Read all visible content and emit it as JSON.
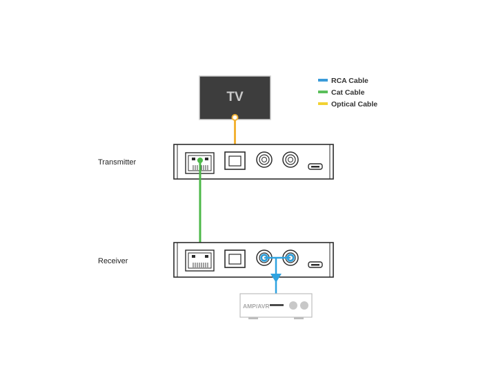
{
  "tv": {
    "label": "TV"
  },
  "devices": {
    "transmitter": {
      "label": "Transmitter"
    },
    "receiver": {
      "label": "Receiver"
    },
    "amp": {
      "label": "AMP/AVR"
    }
  },
  "legend": [
    {
      "name": "RCA Cable",
      "color": "#3a9bd9"
    },
    {
      "name": "Cat Cable",
      "color": "#5bbf5b"
    },
    {
      "name": "Optical Cable",
      "color": "#f2d232"
    }
  ],
  "colors": {
    "tv_fill": "#3d3d3d",
    "device_stroke": "#2b2b2b",
    "optical_cable": "#f2b234",
    "cat_cable": "#4cb848",
    "rca_cable": "#2ea3e0"
  }
}
